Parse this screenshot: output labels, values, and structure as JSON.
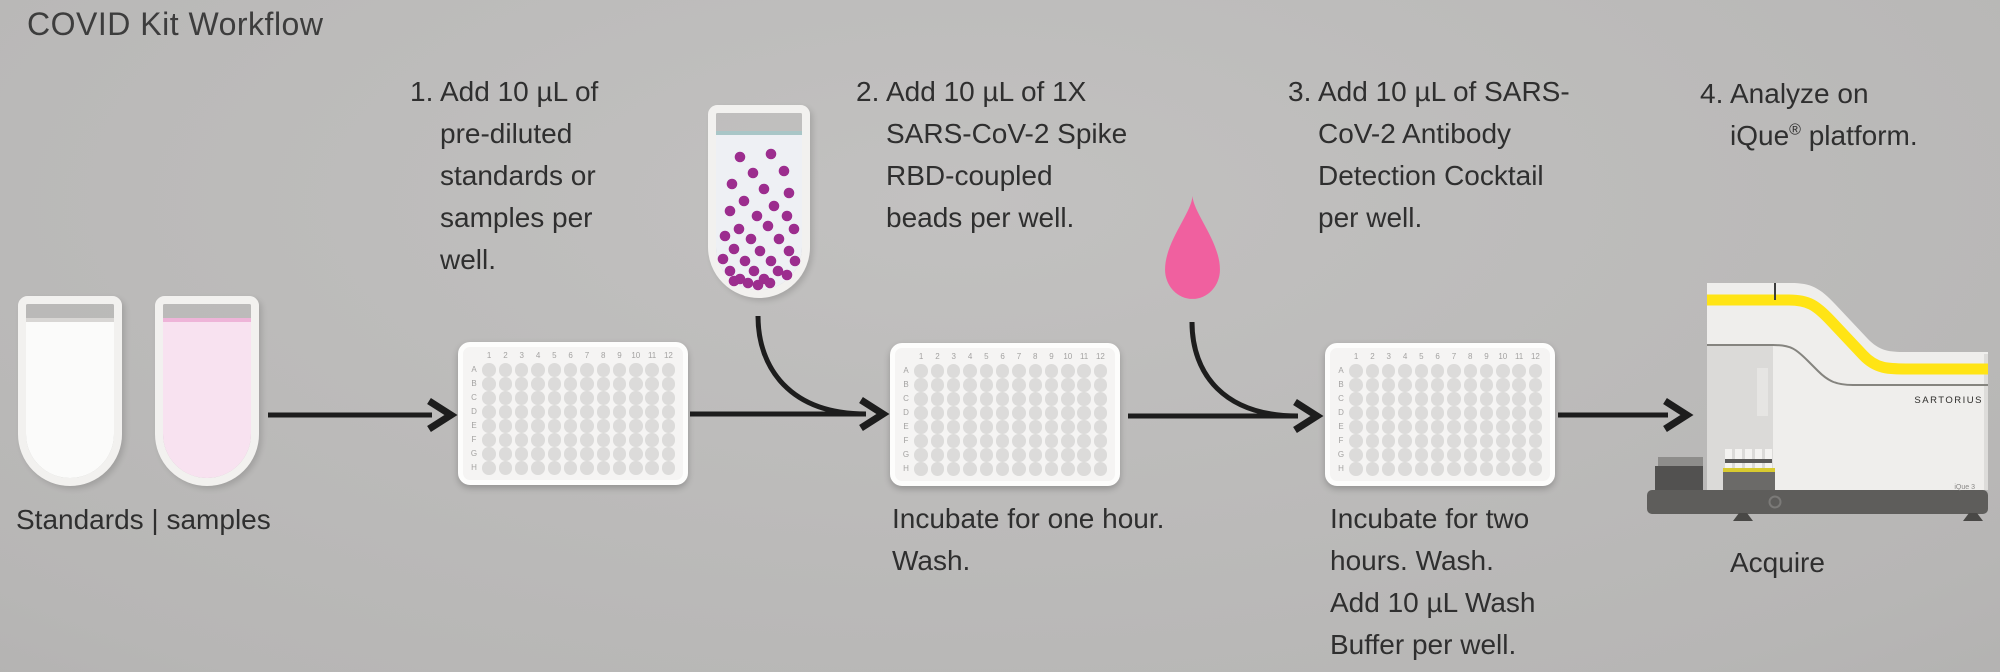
{
  "title": "COVID Kit Workflow",
  "intro": {
    "standards_samples_label": "Standards | samples"
  },
  "steps": [
    {
      "number": "1.",
      "lines": [
        "Add 10 µL of",
        "pre-diluted",
        "standards or",
        "samples per",
        "well."
      ]
    },
    {
      "number": "2.",
      "lines": [
        "Add 10 µL of 1X",
        "SARS-CoV-2 Spike",
        "RBD-coupled",
        "beads per well."
      ]
    },
    {
      "number": "3.",
      "lines": [
        "Add 10 µL of SARS-",
        "CoV-2 Antibody",
        "Detection Cocktail",
        "per well."
      ]
    },
    {
      "number": "4.",
      "line1": "Analyze on",
      "line2_pre": "iQue",
      "line2_sup": "®",
      "line2_post": " platform."
    }
  ],
  "plate": {
    "column_labels": [
      "1",
      "2",
      "3",
      "4",
      "5",
      "6",
      "7",
      "8",
      "9",
      "10",
      "11",
      "12"
    ],
    "row_labels": [
      "A",
      "B",
      "C",
      "D",
      "E",
      "F",
      "G",
      "H"
    ]
  },
  "captions": {
    "plate2": [
      "Incubate for one hour.",
      "Wash."
    ],
    "plate3": [
      "Incubate for two",
      "hours. Wash.",
      "Add 10 µL Wash",
      "Buffer per well."
    ],
    "instrument": "Acquire"
  },
  "instrument": {
    "brand": "SARTORIUS",
    "model": "iQue 3"
  },
  "colors": {
    "background_gray": "#b7b6b5",
    "text": "#2f2f2f",
    "arrow_black": "#1d1d1d",
    "bead_purple": "#9c2d8e",
    "droplet_pink": "#f0609f",
    "sample_pink_fill": "#f8e2f0",
    "sample_pink_line": "#eeb4d8",
    "standards_white_fill": "#fbfbfa",
    "standards_gray_line": "#d8d6d4",
    "bead_liquid_fill": "#eef0f4",
    "meniscus_teal": "#a9c6c7",
    "instrument_yellow": "#ffe415",
    "plate_well_gray": "#dcdbda"
  }
}
